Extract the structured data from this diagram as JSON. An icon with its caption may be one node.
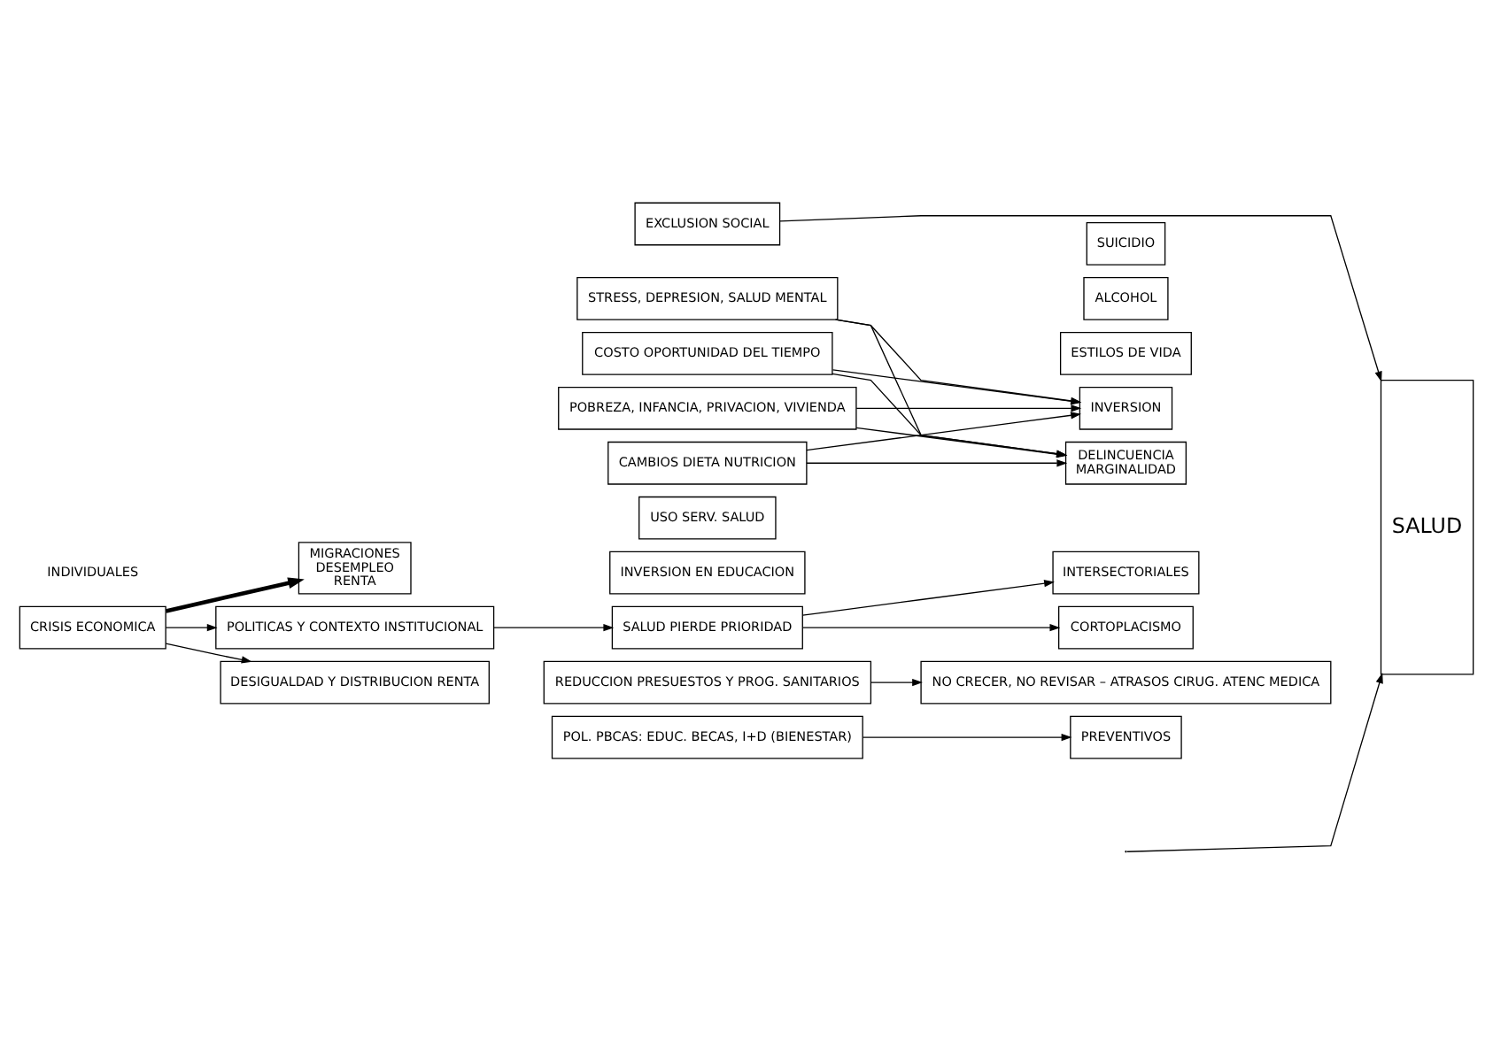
{
  "diagram": {
    "nodes": [
      {
        "text": [
          "CRISIS ECONOMICA"
        ]
      },
      {
        "text": [
          "MIGRACIONES",
          "DESEMPLEO",
          "RENTA"
        ]
      },
      {
        "text": [
          "EXCLUSION SOCIAL"
        ]
      },
      {
        "text": [
          "SUICIDIO"
        ]
      },
      {
        "text": [
          "STRESS, DEPRESION, SALUD MENTAL"
        ]
      },
      {
        "text": [
          "ALCOHOL"
        ]
      },
      {
        "text": [
          "COSTO OPORTUNIDAD DEL TIEMPO"
        ]
      },
      {
        "text": [
          "ESTILOS DE VIDA"
        ]
      },
      {
        "text": [
          "POBREZA, INFANCIA, PRIVACION, VIVIENDA"
        ]
      },
      {
        "text": [
          "INVERSION"
        ]
      },
      {
        "text": [
          "CAMBIOS DIETA NUTRICION"
        ]
      },
      {
        "text": [
          "DELINCUENCIA",
          "MARGINALIDAD"
        ]
      },
      {
        "text": [
          "SALUD"
        ]
      },
      {
        "text": [
          "USO SERV. SALUD"
        ]
      },
      {
        "text": [
          "INVERSION EN EDUCACION"
        ]
      },
      {
        "text": [
          "POLITICAS Y CONTEXTO INSTITUCIONAL"
        ]
      },
      {
        "text": [
          "SALUD PIERDE PRIORIDAD"
        ]
      },
      {
        "text": [
          "INTERSECTORIALES"
        ]
      },
      {
        "text": [
          "CORTOPLACISMO"
        ]
      },
      {
        "text": [
          "REDUCCION PRESUESTOS Y PROG. SANITARIOS"
        ]
      },
      {
        "text": [
          "NO CRECER, NO REVISAR – ATRASOS CIRUG. ATENC MEDICA"
        ]
      },
      {
        "text": [
          "DESIGUALDAD Y DISTRIBUCION RENTA"
        ]
      },
      {
        "text": [
          "POL. PBCAS: EDUC. BECAS, I+D (BIENESTAR)"
        ]
      },
      {
        "text": [
          "PREVENTIVOS"
        ]
      }
    ],
    "edges": [
      {
        "from": 0,
        "to": 1,
        "arrow": "to",
        "style": "thick"
      },
      {
        "from": 0,
        "to": 15,
        "arrow": "to"
      },
      {
        "from": 0,
        "to": 21,
        "arrow": "to"
      },
      {
        "from": 2,
        "to": 12,
        "arrow": "to"
      },
      {
        "from": 4,
        "to": 9,
        "arrow": "to"
      },
      {
        "from": 4,
        "to": 11,
        "arrow": "to"
      },
      {
        "from": 6,
        "to": 9,
        "arrow": "to"
      },
      {
        "from": 6,
        "to": 11,
        "arrow": "to"
      },
      {
        "from": 8,
        "to": 9,
        "arrow": "to"
      },
      {
        "from": 8,
        "to": 11,
        "arrow": "to"
      },
      {
        "from": 10,
        "to": 9,
        "arrow": "to"
      },
      {
        "from": 10,
        "to": 11,
        "arrow": "to"
      },
      {
        "from": 15,
        "to": 16,
        "arrow": "to"
      },
      {
        "from": 16,
        "to": 17,
        "arrow": "to"
      },
      {
        "from": 16,
        "to": 18,
        "arrow": "to"
      },
      {
        "from": 19,
        "to": 20,
        "arrow": "to"
      },
      {
        "from": 22,
        "to": 23,
        "arrow": "to"
      },
      {
        "from": null,
        "to": 12,
        "arrow": "to"
      }
    ],
    "labels": [
      "INDIVIDUALES"
    ]
  }
}
